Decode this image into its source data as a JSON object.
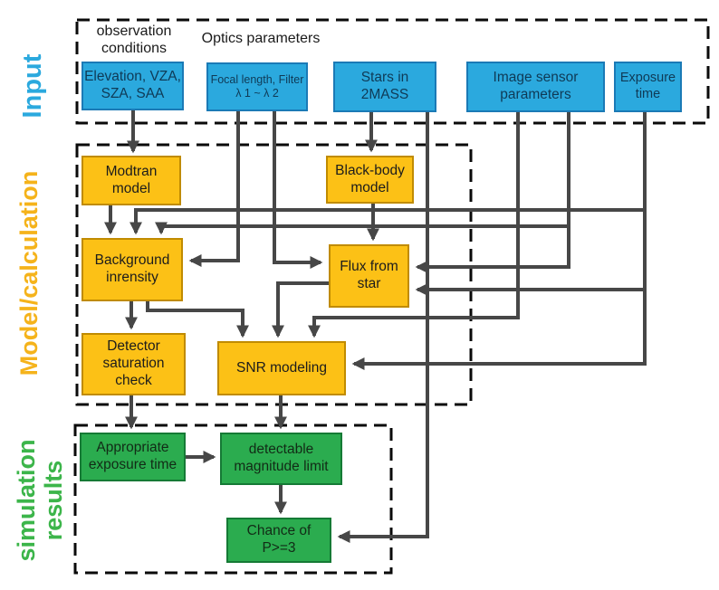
{
  "sections": {
    "input": {
      "label": "Input",
      "color": "#2BA9DE"
    },
    "model": {
      "label": "Model/calculation",
      "color": "#F5B31B"
    },
    "results": {
      "lines": [
        "simulation",
        "results"
      ],
      "color": "#3CB54A"
    }
  },
  "headings": {
    "observation": {
      "lines": [
        "observation",
        "conditions"
      ]
    },
    "optics": {
      "label": "Optics parameters"
    }
  },
  "nodes": {
    "elevation": {
      "lines": [
        "Elevation, VZA,",
        "SZA, SAA"
      ],
      "group": "input"
    },
    "focal": {
      "lines": [
        "Focal length, Filter",
        "λ 1 ~ λ 2"
      ],
      "group": "input"
    },
    "stars": {
      "lines": [
        "Stars in",
        "2MASS"
      ],
      "group": "input"
    },
    "sensor": {
      "lines": [
        "Image sensor",
        "parameters"
      ],
      "group": "input"
    },
    "exposure": {
      "lines": [
        "Exposure",
        "time"
      ],
      "group": "input"
    },
    "modtran": {
      "lines": [
        "Modtran",
        "model"
      ],
      "group": "model"
    },
    "blackbody": {
      "lines": [
        "Black-body",
        "model"
      ],
      "group": "model"
    },
    "background": {
      "lines": [
        "Background",
        "inrensity"
      ],
      "group": "model"
    },
    "flux": {
      "lines": [
        "Flux from",
        "star"
      ],
      "group": "model"
    },
    "detector": {
      "lines": [
        "Detector",
        "saturation",
        "check"
      ],
      "group": "model"
    },
    "snr": {
      "lines": [
        "SNR modeling"
      ],
      "group": "model"
    },
    "appropriate": {
      "lines": [
        "Appropriate",
        "exposure time"
      ],
      "group": "results"
    },
    "detectable": {
      "lines": [
        "detectable",
        "magnitude limit"
      ],
      "group": "results"
    },
    "chance": {
      "lines": [
        "Chance of",
        "P>=3"
      ],
      "group": "results"
    }
  },
  "edges": [
    {
      "from": "Elevation, VZA, SZA, SAA",
      "to": "Modtran model"
    },
    {
      "from": "Modtran model",
      "to": "Background inrensity"
    },
    {
      "from": "Focal length, Filter λ1~λ2",
      "to": "Background inrensity"
    },
    {
      "from": "Focal length, Filter λ1~λ2",
      "to": "Flux from star"
    },
    {
      "from": "Stars in 2MASS",
      "to": "Black-body model"
    },
    {
      "from": "Stars in 2MASS",
      "to": "Chance of P>=3"
    },
    {
      "from": "Black-body model",
      "to": "Flux from star"
    },
    {
      "from": "Image sensor parameters",
      "to": "SNR modeling"
    },
    {
      "from": "Image sensor parameters",
      "to": "Background inrensity"
    },
    {
      "from": "Image sensor parameters",
      "to": "Flux from star"
    },
    {
      "from": "Exposure time",
      "to": "Background inrensity"
    },
    {
      "from": "Exposure time",
      "to": "Flux from star"
    },
    {
      "from": "Exposure time",
      "to": "SNR modeling"
    },
    {
      "from": "Background inrensity",
      "to": "Detector saturation check"
    },
    {
      "from": "Background inrensity",
      "to": "SNR modeling"
    },
    {
      "from": "Flux from star",
      "to": "SNR modeling"
    },
    {
      "from": "Detector saturation check",
      "to": "Appropriate exposure time"
    },
    {
      "from": "SNR modeling",
      "to": "detectable magnitude limit"
    },
    {
      "from": "Appropriate exposure time",
      "to": "detectable magnitude limit"
    },
    {
      "from": "detectable magnitude limit",
      "to": "Chance of P>=3"
    }
  ],
  "palette": {
    "input_fill": "#2BA9DE",
    "input_border": "#1B7AB6",
    "model_fill": "#FCC116",
    "model_border": "#C08B00",
    "result_fill": "#2BAC4F",
    "result_border": "#157A35",
    "arrow": "#474747",
    "dashed_border": "#0A0A0A"
  }
}
